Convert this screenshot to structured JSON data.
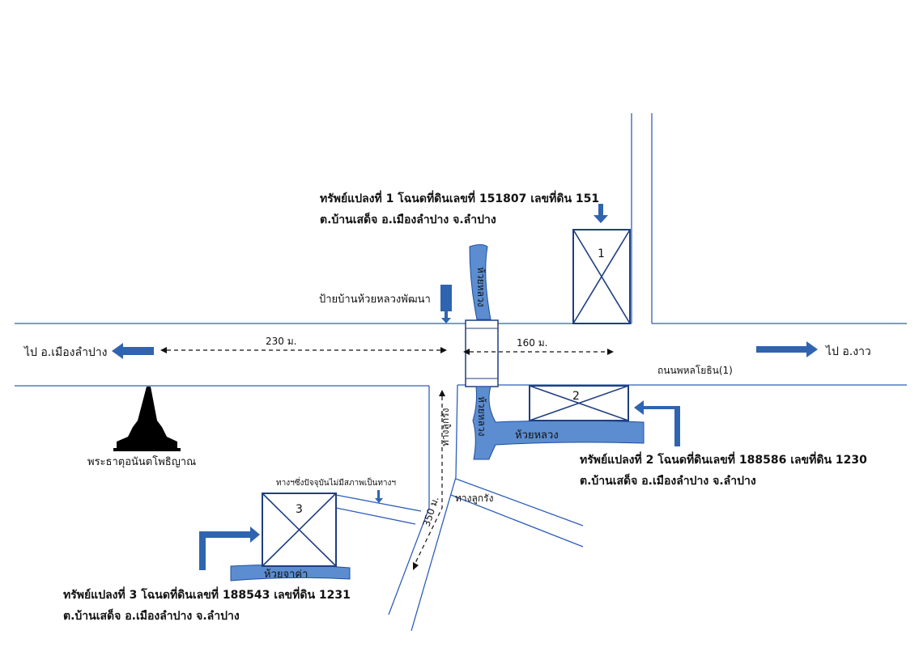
{
  "plots": [
    {
      "number": "1",
      "line1": "ทรัพย์แปลงที่  1  โฉนดที่ดินเลขที่ 151807  เลขที่ดิน  151",
      "line2": "ต.บ้านเสด็จ  อ.เมืองลำปาง  จ.ลำปาง"
    },
    {
      "number": "2",
      "line1": "ทรัพย์แปลงที่  2  โฉนดที่ดินเลขที่ 188586  เลขที่ดิน  1230",
      "line2": "ต.บ้านเสด็จ  อ.เมืองลำปาง  จ.ลำปาง"
    },
    {
      "number": "3",
      "line1": "ทรัพย์แปลงที่  3  โฉนดที่ดินเลขที่ 188543  เลขที่ดิน  1231",
      "line2": "ต.บ้านเสด็จ  อ.เมืองลำปาง  จ.ลำปาง"
    }
  ],
  "labels": {
    "village_sign": "ป้ายบ้านห้วยหลวงพัฒนา",
    "to_left": "ไป อ.เมืองลำปาง",
    "to_right": "ไป อ.งาว",
    "road_name": "ถนนพหลโยธิน(1)",
    "dist_left": "230 ม.",
    "dist_right": "160 ม.",
    "dist_down": "350 ม.",
    "creek_huai_luang": "ห้วยหลวง",
    "creek_huai_ja_kha": "ห้วยจาค่า",
    "laterite_road": "ทางลูกรัง",
    "former_road": "ทางฯซึ่งปัจจุบันไม่มีสภาพเป็นทางฯ",
    "pagoda": "พระธาตุอนันตโพธิญาณ"
  }
}
